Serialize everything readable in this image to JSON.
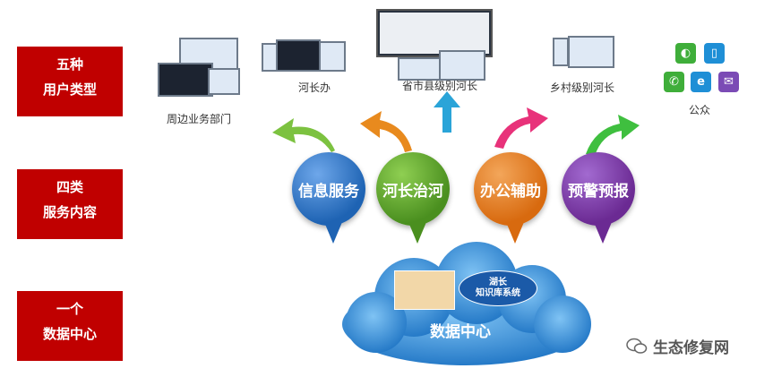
{
  "row_labels": [
    {
      "line1": "五种",
      "line2": "用户类型"
    },
    {
      "line1": "四类",
      "line2": "服务内容"
    },
    {
      "line1": "一个",
      "line2": "数据中心"
    }
  ],
  "users": [
    "周边业务部门",
    "河长办",
    "省市县级别河长",
    "乡村级别河长",
    "公众"
  ],
  "services": [
    {
      "label": "信息服务",
      "color": "#1e63b3"
    },
    {
      "label": "河长治河",
      "color": "#4a8f1f"
    },
    {
      "label": "办公辅助",
      "color": "#d86a0f"
    },
    {
      "label": "预警预报",
      "color": "#6b2a93"
    }
  ],
  "data_center": {
    "title": "数据中心",
    "inner_badge": "湖长\n知识库系统"
  },
  "watermark": "生态修复网",
  "colors": {
    "label_red": "#c00000",
    "cloud_blue": "#2c86d2"
  }
}
